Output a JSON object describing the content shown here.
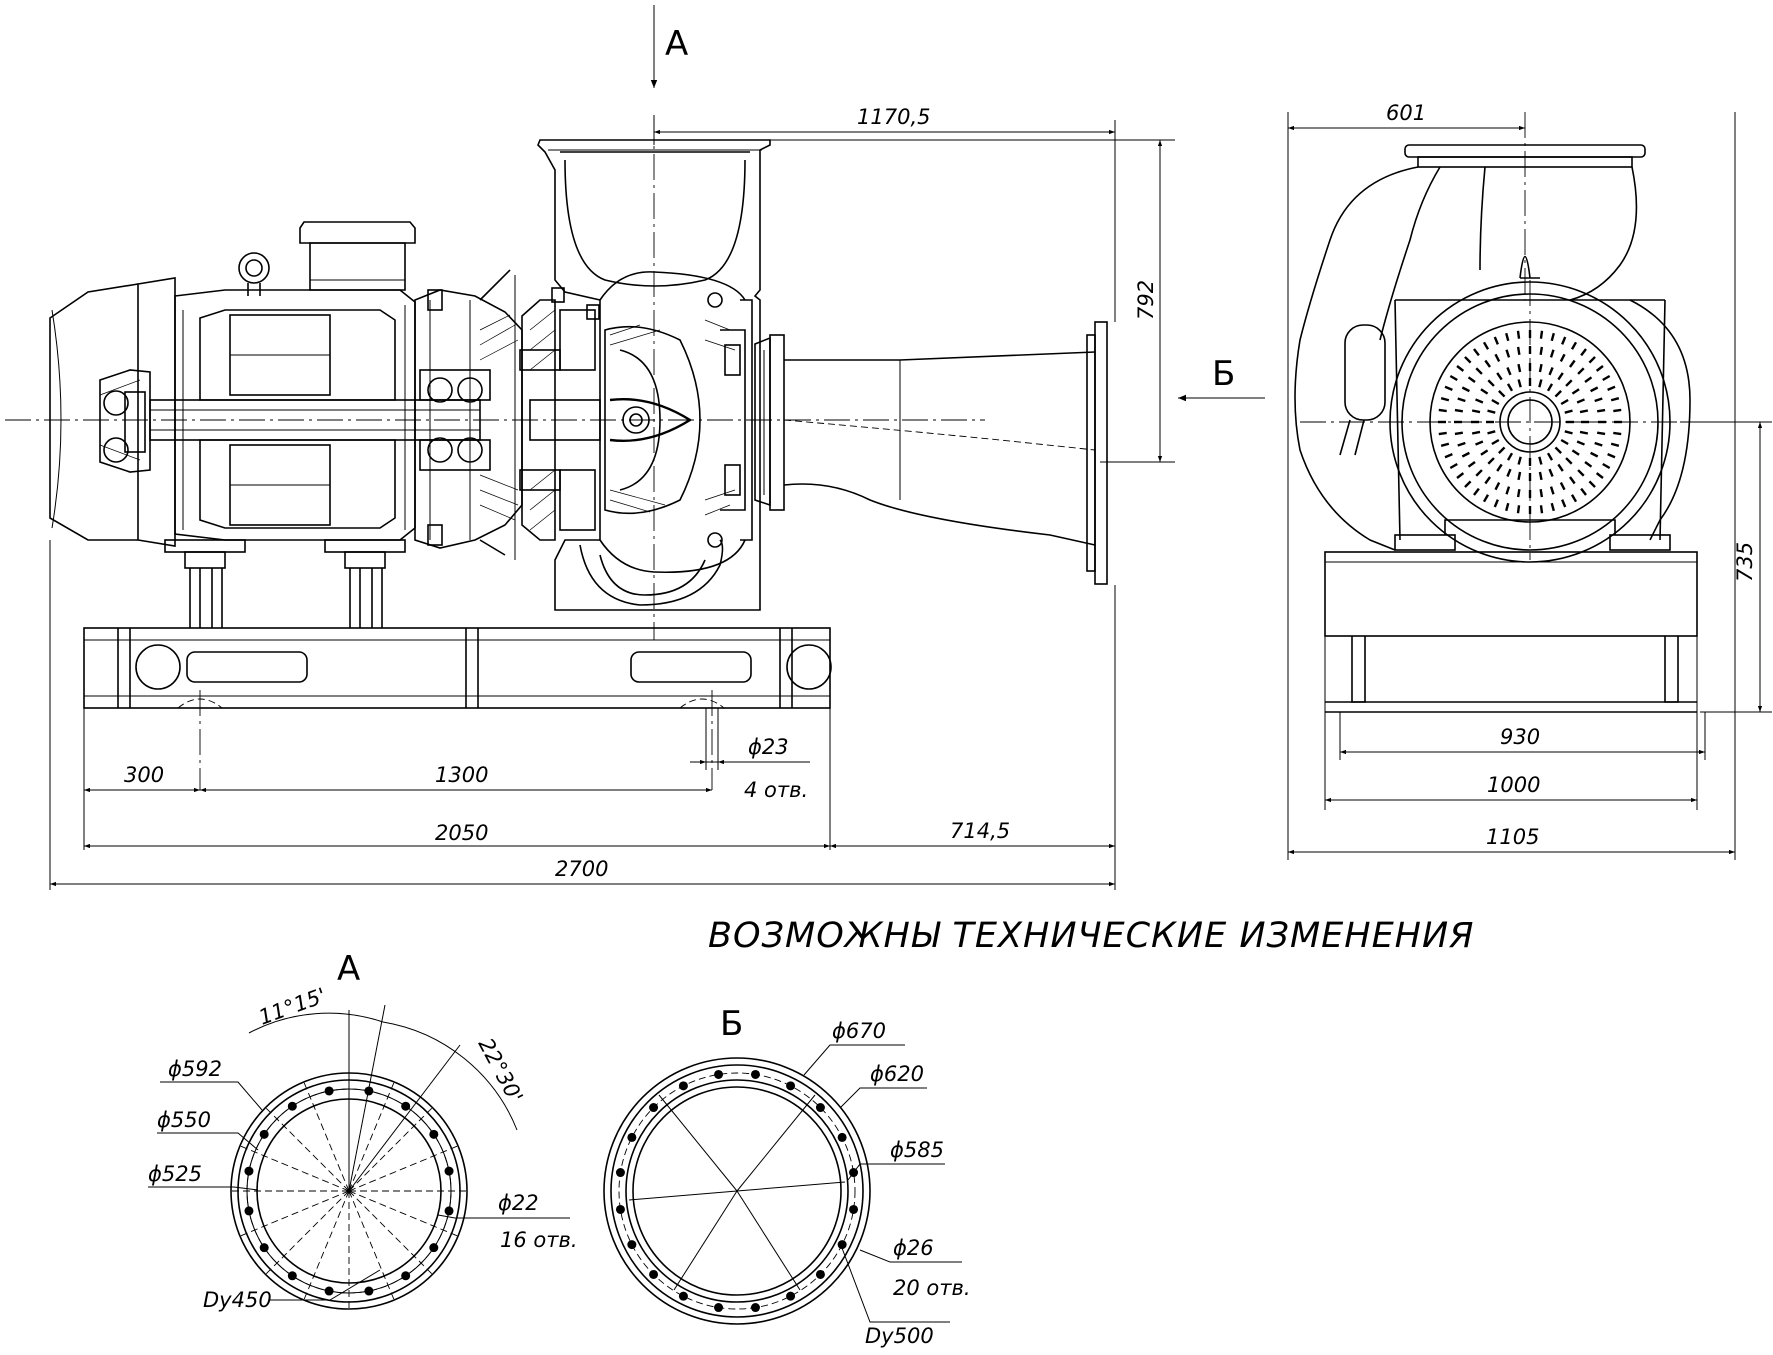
{
  "views": {
    "main_view_label": "А",
    "side_view_arrow_label": "Б",
    "flange_a_title": "А",
    "flange_b_title": "Б"
  },
  "note": "ВОЗМОЖНЫ ТЕХНИЧЕСКИЕ ИЗМЕНЕНИЯ",
  "dimensions": {
    "side": {
      "d1170": "1170,5",
      "d792": "792",
      "d300": "300",
      "d1300": "1300",
      "d23": "ϕ23",
      "d23_holes": "4 отв.",
      "d2050": "2050",
      "d714": "714,5",
      "d2700": "2700"
    },
    "front": {
      "d601": "601",
      "d735": "735",
      "d930": "930",
      "d1000": "1000",
      "d1105": "1105"
    },
    "flange_a": {
      "angle1": "11°15'",
      "angle2": "22°30'",
      "d592": "ϕ592",
      "d550": "ϕ550",
      "d525": "ϕ525",
      "d22": "ϕ22",
      "holes": "16 отв.",
      "dn": "Dy450"
    },
    "flange_b": {
      "d670": "ϕ670",
      "d620": "ϕ620",
      "d585": "ϕ585",
      "d26": "ϕ26",
      "holes": "20 отв.",
      "dn": "Dy500"
    }
  }
}
